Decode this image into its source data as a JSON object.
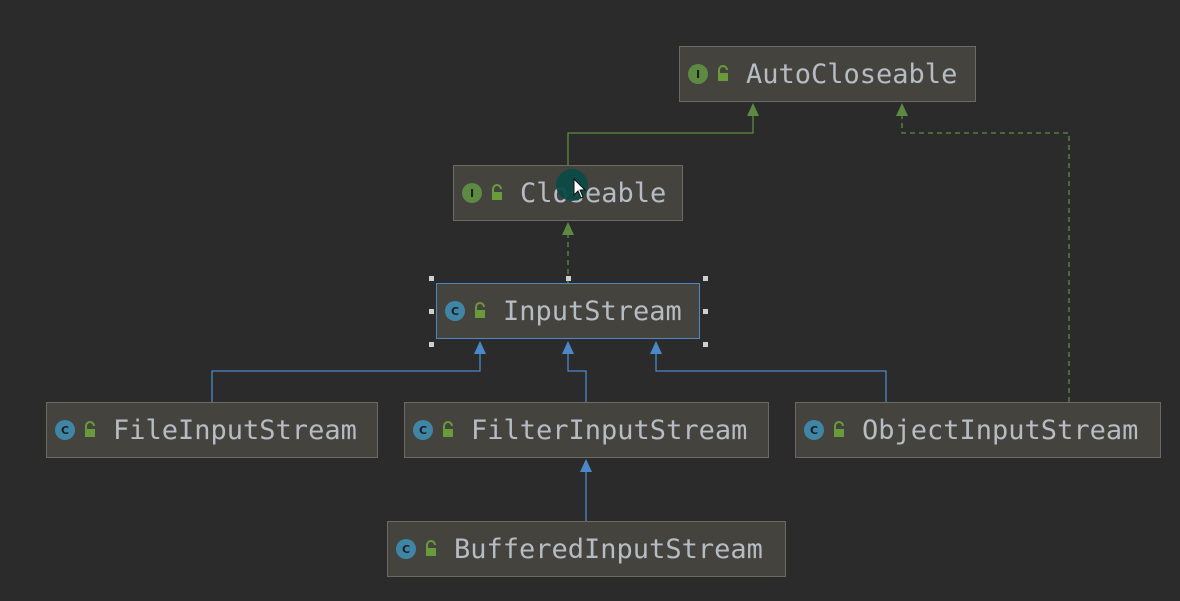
{
  "diagram": {
    "nodes": [
      {
        "id": "autocloseable",
        "kind": "interface",
        "badge": "I",
        "label": "AutoCloseable",
        "selected": false
      },
      {
        "id": "closeable",
        "kind": "interface",
        "badge": "I",
        "label": "Closeable",
        "selected": false
      },
      {
        "id": "inputstream",
        "kind": "class",
        "badge": "C",
        "label": "InputStream",
        "selected": true
      },
      {
        "id": "fileinputstream",
        "kind": "class",
        "badge": "C",
        "label": "FileInputStream",
        "selected": false
      },
      {
        "id": "filterinputstream",
        "kind": "class",
        "badge": "C",
        "label": "FilterInputStream",
        "selected": false
      },
      {
        "id": "objectinputstream",
        "kind": "class",
        "badge": "C",
        "label": "ObjectInputStream",
        "selected": false
      },
      {
        "id": "bufferedinputstream",
        "kind": "class",
        "badge": "C",
        "label": "BufferedInputStream",
        "selected": false
      }
    ],
    "edges": [
      {
        "from": "closeable",
        "to": "autocloseable",
        "type": "extends-interface"
      },
      {
        "from": "inputstream",
        "to": "closeable",
        "type": "implements"
      },
      {
        "from": "objectinputstream",
        "to": "autocloseable",
        "type": "implements"
      },
      {
        "from": "fileinputstream",
        "to": "inputstream",
        "type": "extends-class"
      },
      {
        "from": "filterinputstream",
        "to": "inputstream",
        "type": "extends-class"
      },
      {
        "from": "objectinputstream",
        "to": "inputstream",
        "type": "extends-class"
      },
      {
        "from": "bufferedinputstream",
        "to": "filterinputstream",
        "type": "extends-class"
      }
    ],
    "colors": {
      "background": "#2b2b2b",
      "node_fill": "#45433e",
      "node_border": "#6b6a64",
      "selected_border": "#4a88c7",
      "text": "#b6bcc4",
      "interface_badge": "#5c8a43",
      "class_badge": "#3f86a6",
      "interface_edge": "#5c8a43",
      "class_edge": "#4a88c7"
    }
  }
}
